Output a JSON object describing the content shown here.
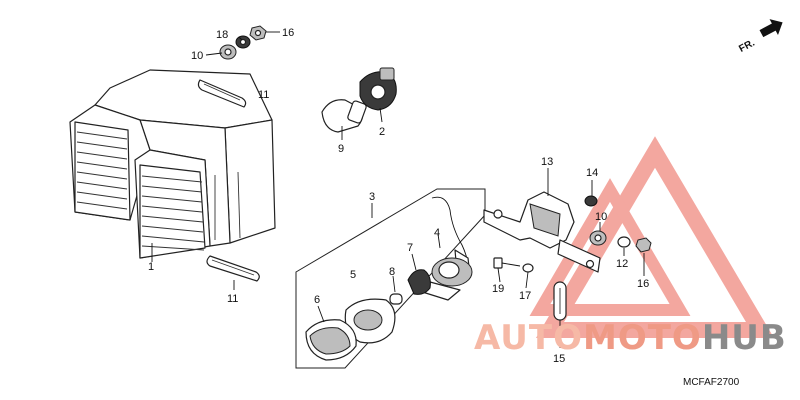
{
  "direction_label": "FR.",
  "diagram_code": "MCFAF2700",
  "callouts": {
    "c1": "1",
    "c2": "2",
    "c3": "3",
    "c4": "4",
    "c5": "5",
    "c6": "6",
    "c7": "7",
    "c8": "8",
    "c9": "9",
    "c10a": "10",
    "c10b": "10",
    "c11a": "11",
    "c11b": "11",
    "c12": "12",
    "c13": "13",
    "c14": "14",
    "c15": "15",
    "c16a": "16",
    "c16b": "16",
    "c17": "17",
    "c18": "18",
    "c19": "19"
  },
  "watermark": {
    "part1": "AUTO",
    "part2": "MOTO",
    "part3": "HUB",
    "color_light": "#f6b9a6",
    "color_mid": "#ef9a85",
    "color_grey": "#8a8a8a",
    "triangle_color": "#f08a80"
  }
}
